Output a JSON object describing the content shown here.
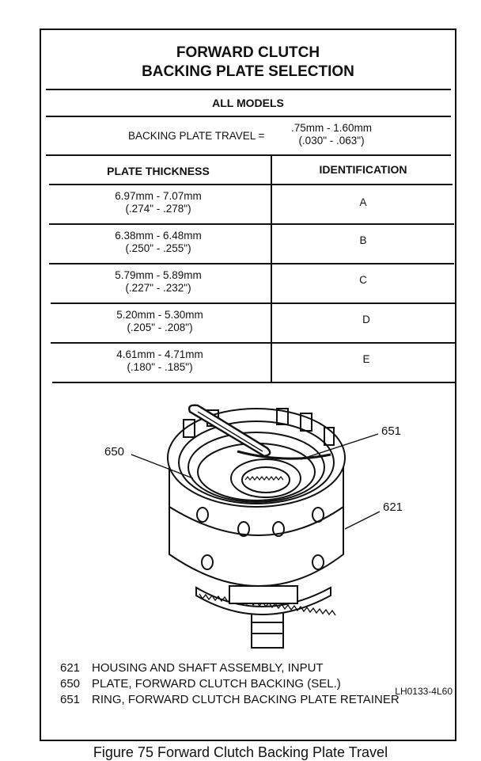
{
  "title_line1": "FORWARD CLUTCH",
  "title_line2": "BACKING PLATE SELECTION",
  "models": "ALL MODELS",
  "travel": {
    "label": "BACKING PLATE TRAVEL =",
    "metric": ".75mm - 1.60mm",
    "inch": "(.030\" - .063\")"
  },
  "table": {
    "headers": [
      "PLATE THICKNESS",
      "IDENTIFICATION"
    ],
    "rows": [
      {
        "metric": "6.97mm - 7.07mm",
        "inch": "(.274\" - .278\")",
        "id": "A"
      },
      {
        "metric": "6.38mm - 6.48mm",
        "inch": "(.250\" - .255\")",
        "id": "B"
      },
      {
        "metric": "5.79mm - 5.89mm",
        "inch": "(.227\" - .232\")",
        "id": "C"
      },
      {
        "metric": "5.20mm - 5.30mm",
        "inch": "(.205\" - .208\")",
        "id": "D"
      },
      {
        "metric": "4.61mm - 4.71mm",
        "inch": "(.180\" - .185\")",
        "id": "E"
      }
    ]
  },
  "callouts": {
    "c650": "650",
    "c651": "651",
    "c621": "621"
  },
  "legend": [
    {
      "num": "621",
      "text": "HOUSING AND SHAFT ASSEMBLY, INPUT"
    },
    {
      "num": "650",
      "text": "PLATE, FORWARD CLUTCH BACKING (SEL.)"
    },
    {
      "num": "651",
      "text": "RING, FORWARD CLUTCH BACKING PLATE RETAINER"
    }
  ],
  "code": "LH0133-4L60",
  "caption": "Figure 75 Forward Clutch Backing Plate Travel"
}
